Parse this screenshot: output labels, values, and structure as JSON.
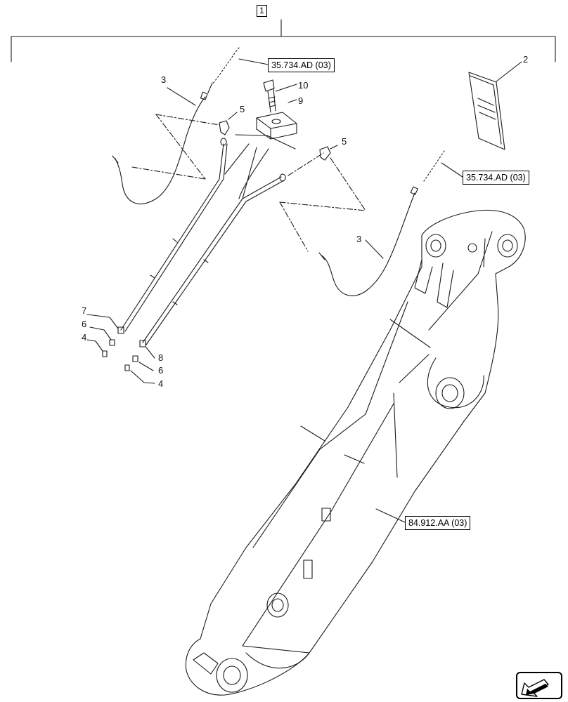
{
  "diagram": {
    "assembly_ref": "1",
    "callouts": {
      "c2": "2",
      "c3a": "3",
      "c3b": "3",
      "c4a": "4",
      "c4b": "4",
      "c5a": "5",
      "c5b": "5",
      "c6a": "6",
      "c6b": "6",
      "c7": "7",
      "c8": "8",
      "c9": "9",
      "c10": "10"
    },
    "references": {
      "ref_top": "35.734.AD (03)",
      "ref_right": "35.734.AD (03)",
      "ref_boom": "84.912.AA (03)"
    }
  },
  "colors": {
    "line": "#1a1a1a",
    "fill": "#ffffff"
  },
  "icons": {
    "nav": "next-page-arrow-icon"
  }
}
